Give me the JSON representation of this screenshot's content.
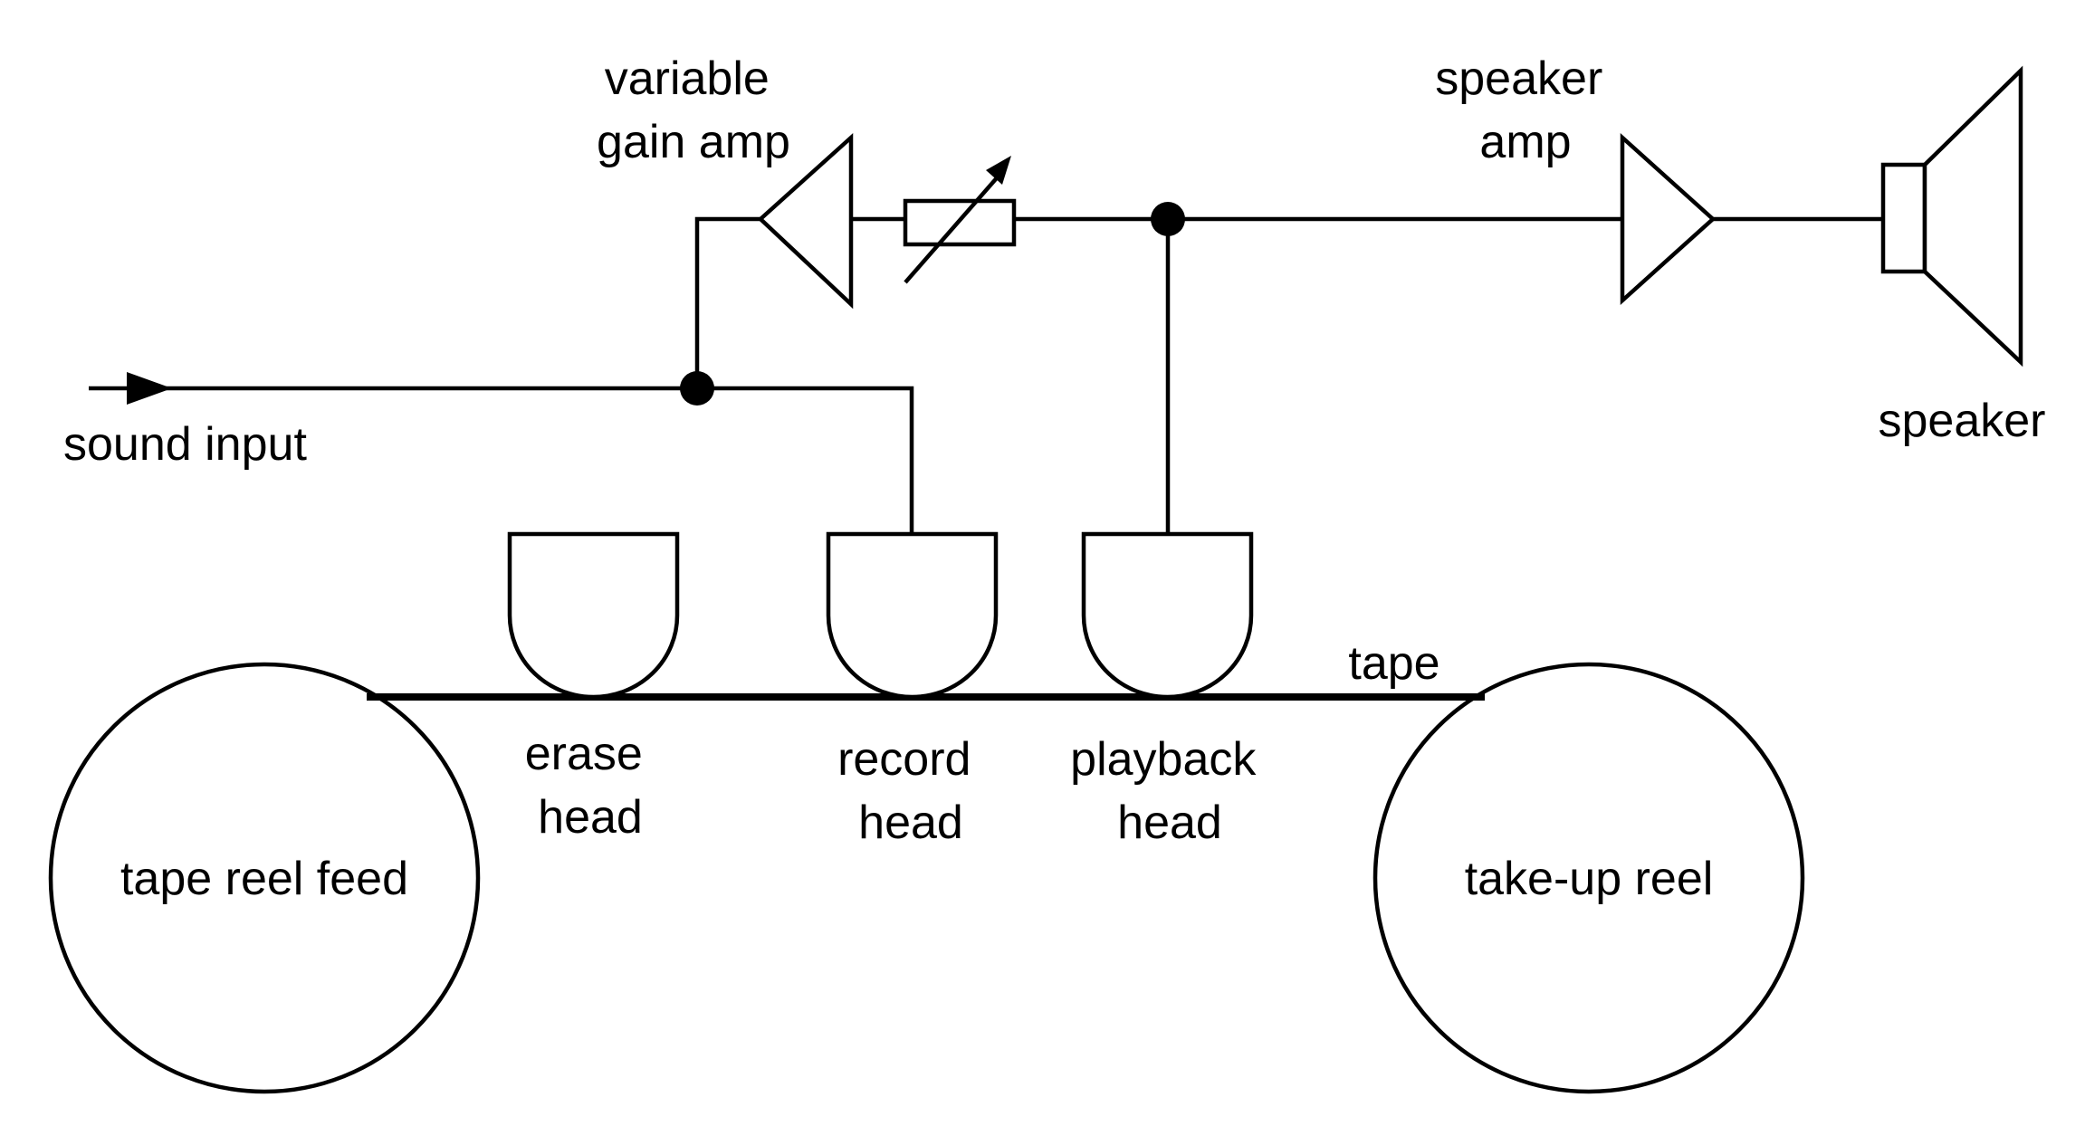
{
  "diagram": {
    "labels": {
      "variable_gain_amp": [
        "variable",
        "gain amp"
      ],
      "speaker_amp": [
        "speaker",
        "amp"
      ],
      "speaker": "speaker",
      "sound_input": "sound input",
      "erase_head": [
        "erase",
        "head"
      ],
      "record_head": [
        "record",
        "head"
      ],
      "playback_head": [
        "playback",
        "head"
      ],
      "tape": "tape",
      "tape_reel_feed": "tape reel feed",
      "take_up_reel": "take-up reel"
    },
    "colors": {
      "line": "#000000",
      "background": "#ffffff"
    }
  }
}
